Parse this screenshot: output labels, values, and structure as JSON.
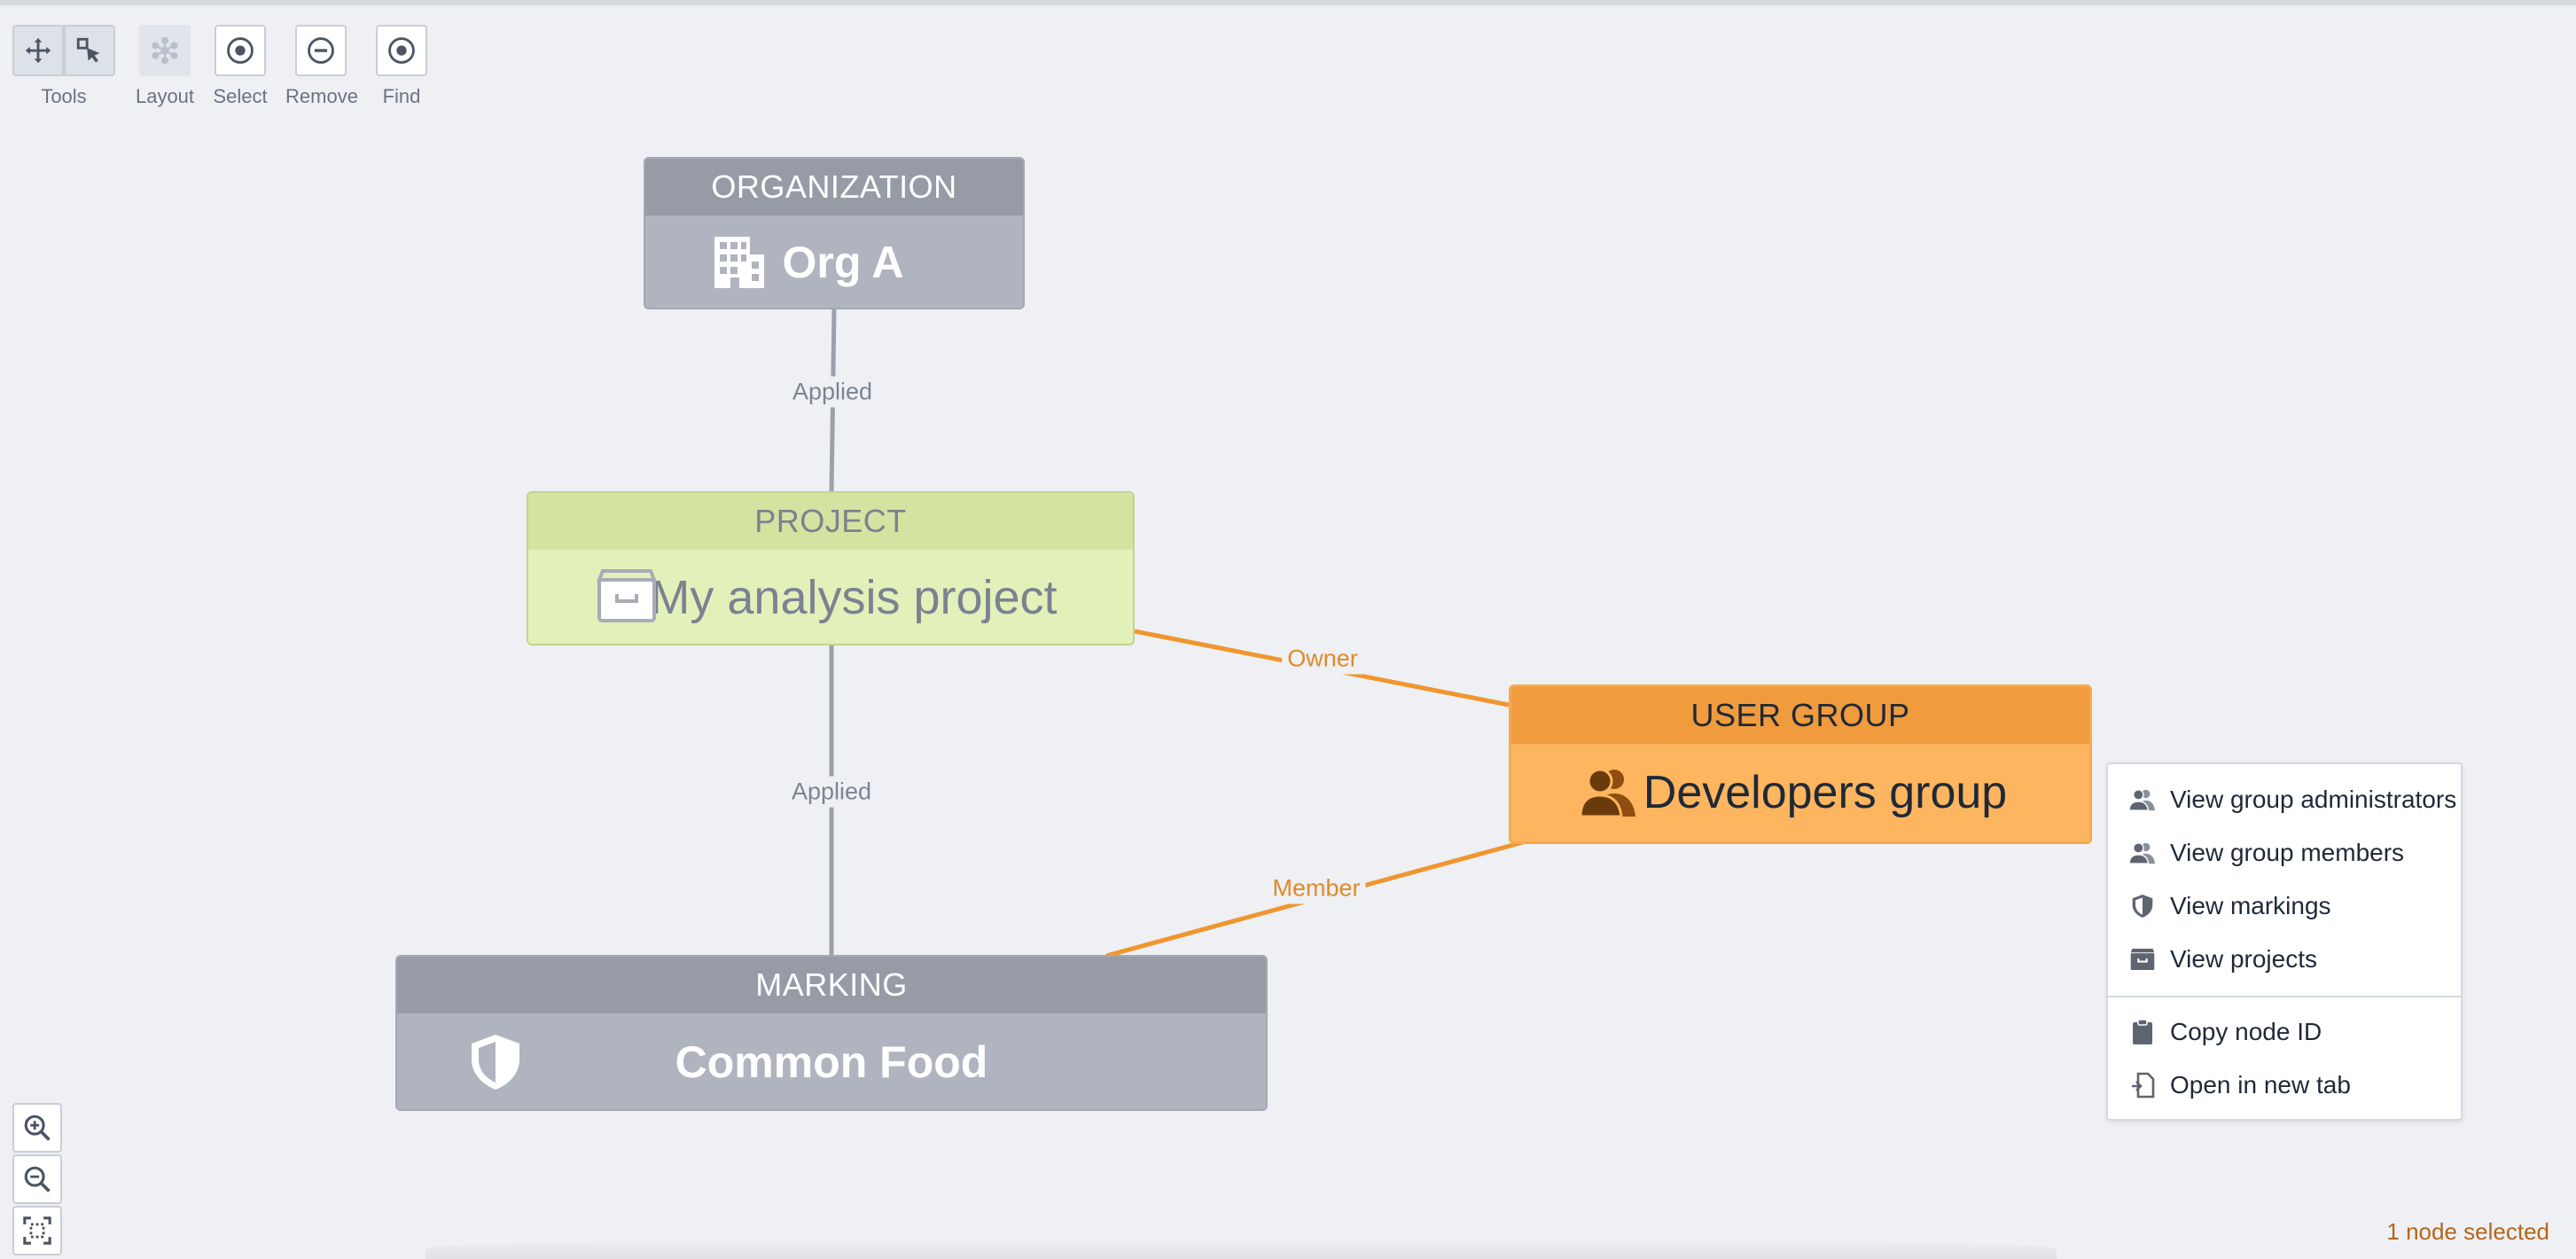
{
  "toolbar": {
    "tools_label": "Tools",
    "layout_label": "Layout",
    "select_label": "Select",
    "remove_label": "Remove",
    "find_label": "Find"
  },
  "nodes": {
    "organization": {
      "type": "ORGANIZATION",
      "name": "Org A",
      "icon": "building-icon"
    },
    "project": {
      "type": "PROJECT",
      "name": "My analysis project",
      "icon": "archive-box-icon"
    },
    "user_group": {
      "type": "USER GROUP",
      "name": "Developers group",
      "icon": "people-icon"
    },
    "marking": {
      "type": "MARKING",
      "name": "Common Food",
      "icon": "shield-icon"
    }
  },
  "edges": {
    "org_project": "Applied",
    "project_marking": "Applied",
    "project_group": "Owner",
    "group_marking": "Member"
  },
  "context_menu": {
    "items": [
      {
        "label": "View group administrators",
        "icon": "people-icon"
      },
      {
        "label": "View group members",
        "icon": "people-icon"
      },
      {
        "label": "View markings",
        "icon": "shield-icon"
      },
      {
        "label": "View projects",
        "icon": "archive-box-icon"
      },
      {
        "label": "Copy node ID",
        "icon": "clipboard-icon"
      },
      {
        "label": "Open in new tab",
        "icon": "open-external-icon"
      }
    ]
  },
  "status": {
    "text": "1 node selected"
  },
  "colors": {
    "canvas": "#eef0f4",
    "gray_head": "#969ba5",
    "gray_body": "#afb4bf",
    "project_head": "#d3e4a1",
    "project_body": "#e3f0b9",
    "group_head": "#f09b3d",
    "group_body": "#fdb55f",
    "orange_edge": "#f0962f",
    "gray_edge": "#9ba1ab"
  }
}
